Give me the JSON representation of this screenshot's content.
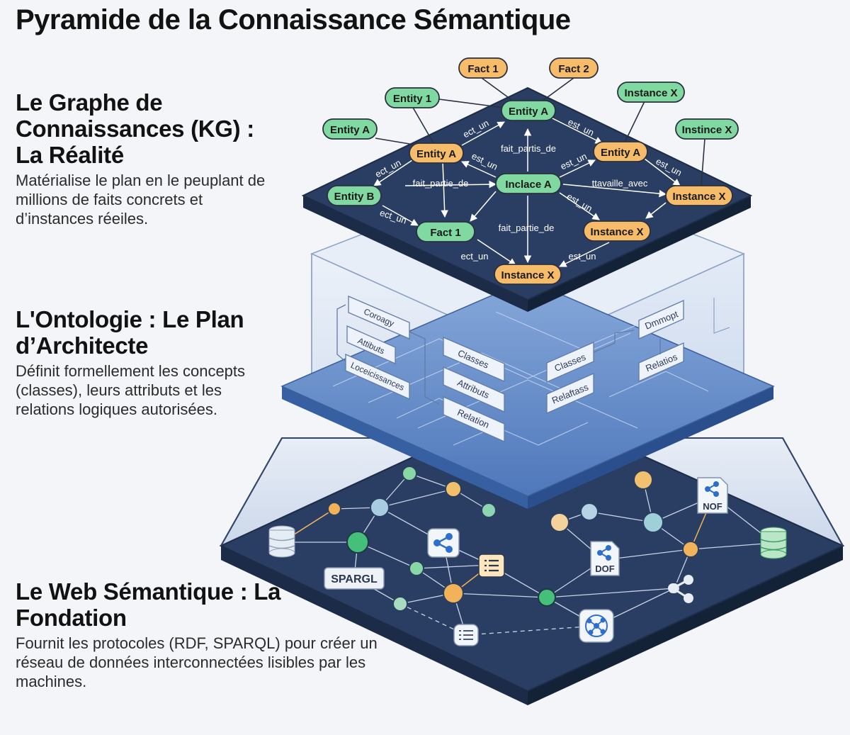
{
  "title": "Pyramide de la Connaissance Sémantique",
  "sections": {
    "kg": {
      "heading": "Le Graphe de Connaissances (KG) : La Réalité",
      "text": "Matérialise le plan en le peuplant de millions de faits concrets et d’instances réeiles."
    },
    "ontology": {
      "heading": "L'Ontologie : Le Plan d’Architecte",
      "text": "Définit formellement les concepts (classes), leurs attributs et les relations logiques autorisées."
    },
    "web": {
      "heading": "Le Web Sémantique : La Fondation",
      "text": "Fournit les protocoles (RDF, SPARQL) pour créer un réseau de données interconnectées lisibles par les machines."
    }
  },
  "colors": {
    "green": "#7fd9a0",
    "orange": "#f6bc6a",
    "navy": "#2a3d62",
    "blue_glass": "#5b86c8"
  },
  "kg_nodes": {
    "fact1_top": "Fact 1",
    "fact2_top": "Fact 2",
    "entity1": "Entity 1",
    "instance_x_top": "Instance X",
    "entity_a_left": "Entity A",
    "instince_x": "Instince X",
    "entity_a_top": "Entity A",
    "entity_a_orange_left": "Entity A",
    "entity_a_orange_right": "Entity A",
    "entity_b": "Entity B",
    "inclace_a": "Inclace A",
    "instance_x_right": "Instance X",
    "fact1_bottom": "Fact 1",
    "instance_x_mid": "Instance X",
    "instance_x_bottom": "Instance X"
  },
  "kg_edges": {
    "e1": "ect_un",
    "e2": "fait_partis_de",
    "e3": "est_un",
    "e4": "ect_un",
    "e5": "est_un",
    "e6": "est_un",
    "e7": "est_un",
    "e8": "fait_partie_de",
    "e9": "ttavaille_avec",
    "e10": "ect_un",
    "e11": "est_un",
    "e12": "fait_partie_de",
    "e13": "ect_un",
    "e14": "est_un"
  },
  "ontology_labels": {
    "left1": "Coroagy",
    "left2": "Attibuts",
    "left3": "Loceicissances",
    "mid1": "Classes",
    "mid2": "Attributs",
    "mid3": "Relation",
    "right1": "Classes",
    "right2": "Relaftass",
    "far1": "Dmmopt",
    "far2": "Relatios"
  },
  "web_icons": {
    "sparql": "SPARGL",
    "nof": "NOF",
    "dof": "DOF"
  }
}
